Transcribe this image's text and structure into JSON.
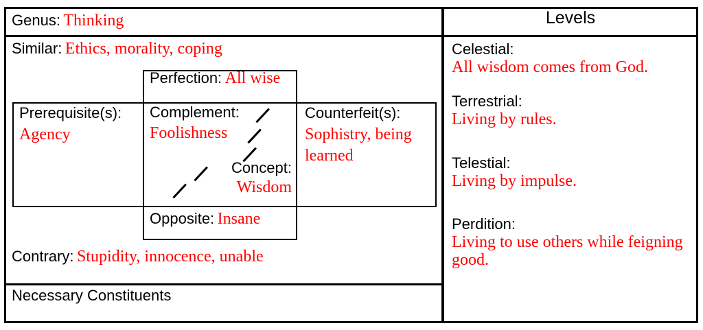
{
  "colors": {
    "accent_red": "#ff0000",
    "line_black": "#000000",
    "background": "#ffffff"
  },
  "left_panel": {
    "genus": {
      "label": "Genus:",
      "value": "Thinking"
    },
    "similar": {
      "label": "Similar:",
      "value": "Ethics, morality, coping"
    },
    "perfection": {
      "label": "Perfection:",
      "value": "All wise"
    },
    "prerequisites": {
      "label": "Prerequisite(s):",
      "value": "Agency"
    },
    "complement": {
      "label": "Complement:",
      "value": "Foolishness"
    },
    "counterfeits": {
      "label": "Counterfeit(s):",
      "value": "Sophistry, being learned"
    },
    "concept": {
      "label": "Concept:",
      "value": "Wisdom",
      "diagonal_marks": 5
    },
    "opposite": {
      "label": "Opposite:",
      "value": "Insane"
    },
    "contrary": {
      "label": "Contrary:",
      "value": "Stupidity, innocence, unable"
    },
    "necessary_constituents_label": "Necessary Constituents"
  },
  "right_panel": {
    "title": "Levels",
    "levels": [
      {
        "name": "Celestial:",
        "description": "All wisdom comes from God."
      },
      {
        "name": "Terrestrial:",
        "description": "Living by rules."
      },
      {
        "name": "Telestial:",
        "description": "Living by impulse."
      },
      {
        "name": "Perdition:",
        "description": "Living to use others while feigning good."
      }
    ]
  }
}
